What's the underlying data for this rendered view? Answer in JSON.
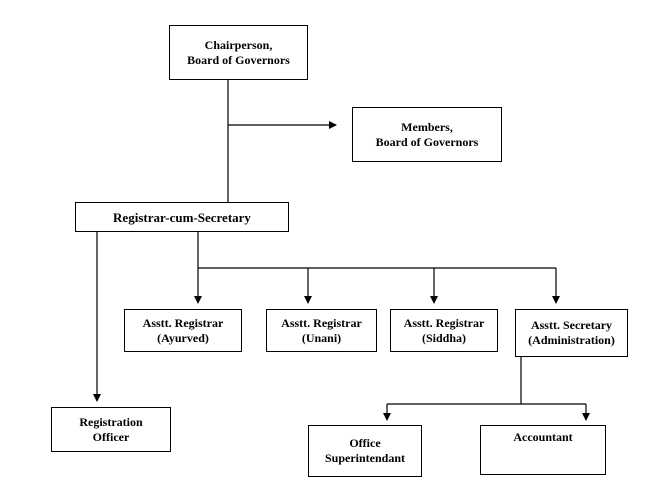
{
  "chairperson": {
    "line1": "Chairperson,",
    "line2": "Board of Governors"
  },
  "members": {
    "line1": "Members,",
    "line2": "Board of Governors"
  },
  "registrar": {
    "line1": "Registrar-cum-Secretary"
  },
  "asst_ayurved": {
    "line1": "Asstt. Registrar",
    "line2": "(Ayurved)"
  },
  "asst_unani": {
    "line1": "Asstt. Registrar",
    "line2": "(Unani)"
  },
  "asst_siddha": {
    "line1": "Asstt. Registrar",
    "line2": "(Siddha)"
  },
  "asst_secretary": {
    "line1": "Asstt. Secretary",
    "line2": "(Administration)"
  },
  "registration_officer": {
    "line1": "Registration",
    "line2": "Officer"
  },
  "office_superintendant": {
    "line1": "Office",
    "line2": "Superintendant"
  },
  "accountant": {
    "line1": "Accountant"
  },
  "colors": {
    "line": "#000000",
    "box_border": "#000000",
    "background": "#ffffff"
  }
}
